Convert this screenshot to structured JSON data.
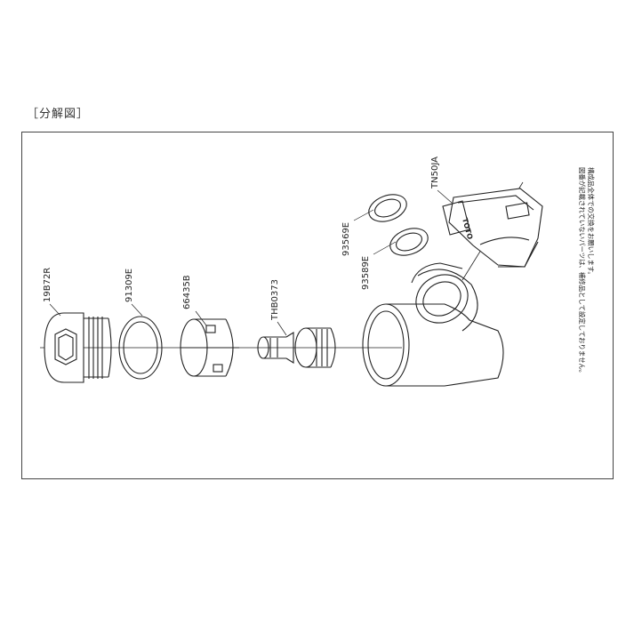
{
  "heading": "［分解図］",
  "parts": [
    {
      "code": "19B72R"
    },
    {
      "code": "91309E"
    },
    {
      "code": "66435B"
    },
    {
      "code": "THB0373"
    },
    {
      "code": "93589E"
    },
    {
      "code": "93569E"
    },
    {
      "code": "TN50JA"
    }
  ],
  "notes": [
    "図番が記載されていないパーツは、補修品として設定しておりません。",
    "構成品全体での交換をお願いします。"
  ],
  "stamp_text": "TOTO"
}
